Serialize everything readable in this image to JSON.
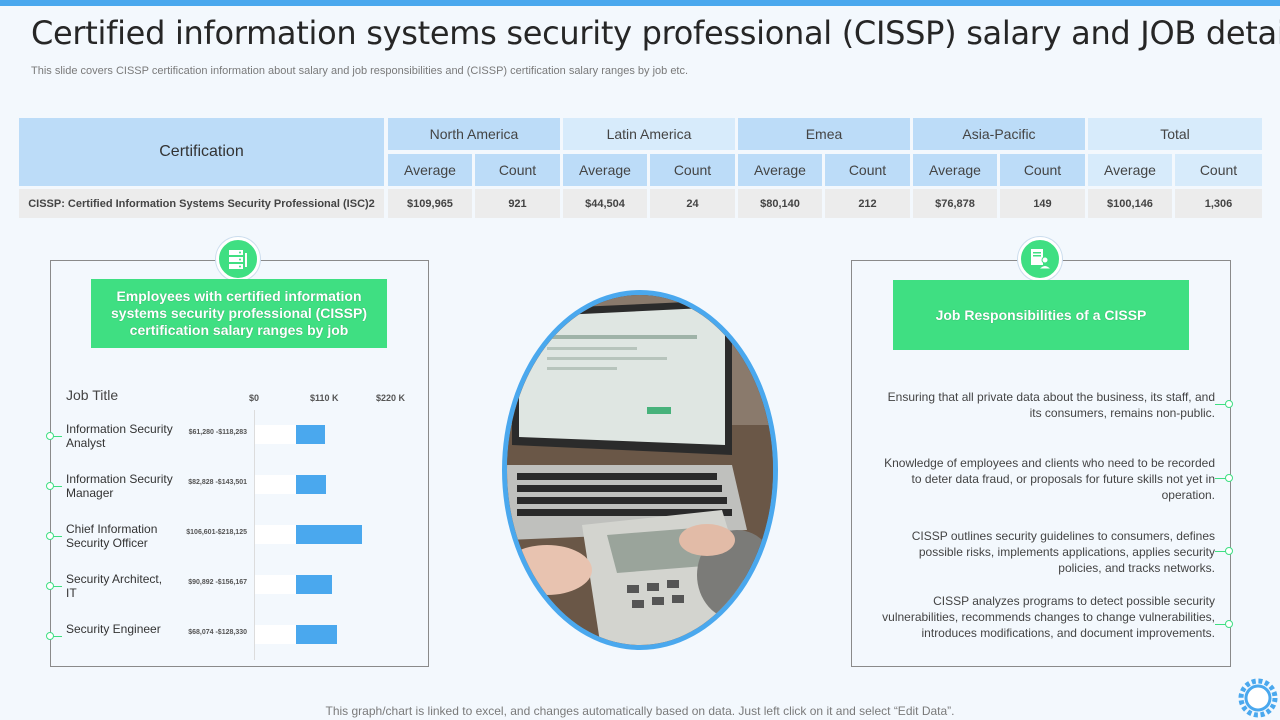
{
  "title": "Certified information systems security professional (CISSP) salary and JOB details",
  "subtitle": "This slide covers CISSP certification information about salary and job responsibilities and (CISSP) certification salary ranges by job etc.",
  "table": {
    "cert_header": "Certification",
    "regions": [
      "North America",
      "Latin America",
      "Emea",
      "Asia-Pacific",
      "Total"
    ],
    "sub_headers": [
      "Average",
      "Count"
    ],
    "row": {
      "name": "CISSP: Certified Information Systems Security Professional (ISC)2",
      "values": [
        "$109,965",
        "921",
        "$44,504",
        "24",
        "$80,140",
        "212",
        "$76,878",
        "149",
        "$100,146",
        "1,306"
      ]
    }
  },
  "left_panel": {
    "heading": "Employees with certified information systems security professional (CISSP) certification salary ranges by job",
    "icon": "server-database-icon",
    "job_title_label": "Job Title",
    "axis": [
      "$0",
      "$110 K",
      "$220 K"
    ],
    "jobs": [
      {
        "name": "Information Security Analyst",
        "range": "$61,280 -$118,283",
        "value": 0.305
      },
      {
        "name": "Information Security Manager",
        "range": "$82,828 -$143,501",
        "value": 0.31
      },
      {
        "name": "Chief Information Security Officer",
        "range": "$106,601-$218,125",
        "value": 0.69
      },
      {
        "name": "Security Architect, IT",
        "range": "$90,892 -$156,167",
        "value": 0.37
      },
      {
        "name": "Security Engineer",
        "range": "$68,074 -$128,330",
        "value": 0.43
      }
    ]
  },
  "right_panel": {
    "heading": "Job Responsibilities of a CISSP",
    "icon": "user-document-icon",
    "items": [
      "Ensuring that all private data about the business, its staff, and its consumers, remains non-public.",
      "Knowledge of employees and clients who need to be recorded to deter data fraud, or proposals for future skills not yet in operation.",
      "CISSP outlines security guidelines to consumers, defines possible risks, implements applications, applies security policies, and tracks networks.",
      "CISSP analyzes programs to detect possible security vulnerabilities, recommends changes to change vulnerabilities, introduces modifications, and document improvements."
    ]
  },
  "footer": "This graph/chart is linked to excel,  and changes automatically based on data. Just left click on it and select “Edit Data”.",
  "colors": {
    "accent": "#4aa8ee",
    "green": "#3fdf82",
    "header_dark": "#bcdcf8",
    "header_light": "#d7ebfb"
  }
}
